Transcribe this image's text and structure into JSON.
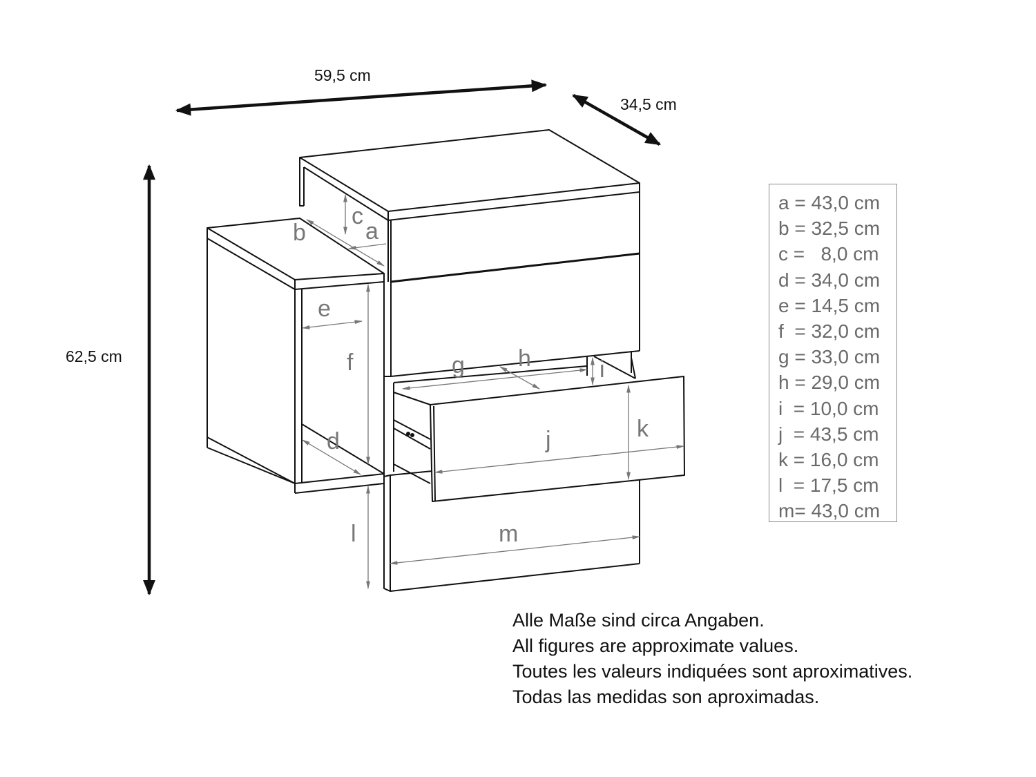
{
  "overall_dimensions": {
    "width": "59,5 cm",
    "depth": "34,5 cm",
    "height": "62,5 cm"
  },
  "dimension_letters": [
    "a",
    "b",
    "c",
    "d",
    "e",
    "f",
    "g",
    "h",
    "i",
    "j",
    "k",
    "l",
    "m"
  ],
  "legend": [
    {
      "letter": "a",
      "text": "a = 43,0 cm"
    },
    {
      "letter": "b",
      "text": "b = 32,5 cm"
    },
    {
      "letter": "c",
      "text": "c =   8,0 cm"
    },
    {
      "letter": "d",
      "text": "d = 34,0 cm"
    },
    {
      "letter": "e",
      "text": "e = 14,5 cm"
    },
    {
      "letter": "f",
      "text": "f  = 32,0 cm"
    },
    {
      "letter": "g",
      "text": "g = 33,0 cm"
    },
    {
      "letter": "h",
      "text": "h = 29,0 cm"
    },
    {
      "letter": "i",
      "text": "i  = 10,0 cm"
    },
    {
      "letter": "j",
      "text": "j  = 43,5 cm"
    },
    {
      "letter": "k",
      "text": "k = 16,0 cm"
    },
    {
      "letter": "l",
      "text": "l  = 17,5 cm"
    },
    {
      "letter": "m",
      "text": "m= 43,0 cm"
    }
  ],
  "notes": [
    "Alle Maße sind circa Angaben.",
    "All figures are approximate values.",
    "Toutes les valeurs indiquées sont aproximatives.",
    "Todas las medidas son aproximadas."
  ],
  "colors": {
    "outline": "#111111",
    "dimension_gray": "#777777",
    "background": "#ffffff"
  }
}
